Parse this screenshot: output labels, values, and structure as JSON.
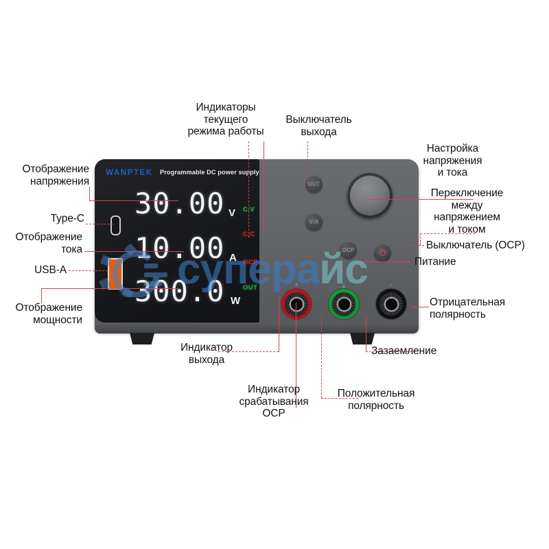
{
  "device": {
    "brand": "WANPTEK",
    "subtitle": "Programmable DC power supply",
    "display": {
      "voltage_value": "30.00",
      "voltage_unit": "V",
      "current_value": "10.00",
      "current_unit": "A",
      "power_value": "300.0",
      "power_unit": "W"
    },
    "indicators": [
      {
        "id": "cv",
        "label": "C.V",
        "color": "#20b24a"
      },
      {
        "id": "cc",
        "label": "C.C",
        "color": "#d2262c"
      },
      {
        "id": "ocp",
        "label": "OCP",
        "color": "#d2262c"
      },
      {
        "id": "out",
        "label": "OUT",
        "color": "#20b24a"
      }
    ],
    "buttons": [
      {
        "id": "out",
        "label": "OUT"
      },
      {
        "id": "va",
        "label": "V/A"
      },
      {
        "id": "ocp",
        "label": "OCP"
      },
      {
        "id": "pwr",
        "label": "⏻"
      }
    ],
    "terminals": [
      {
        "id": "positive",
        "mark": "+",
        "color": "#b5161d"
      },
      {
        "id": "ground",
        "mark": "⏚",
        "color": "#129c35"
      },
      {
        "id": "negative",
        "mark": "−",
        "color": "#101114"
      }
    ],
    "ports": {
      "type_c": "Type-C",
      "usb_a": "USB-A"
    }
  },
  "watermark": {
    "text_main": "супера",
    "text_tail": "йс"
  },
  "callouts": {
    "voltage_display": "Отображение\nнапряжения",
    "type_c": "Type-C",
    "current_display": "Отображение\nтока",
    "usb_a": "USB-A",
    "power_display": "Отображение\nмощности",
    "mode_indicators": "Индикаторы\nтекущего\nрежима работы",
    "output_switch": "Выключатель\nвыхода",
    "voltage_current_setting": "Настройка\nнапряжения\nи тока",
    "switch_between": "Переключение\nмежду\nнапряжением\nи током",
    "ocp_switch": "Выключатель (OCP)",
    "power": "Питание",
    "negative_polarity": "Отрицательная\nполярность",
    "output_indicator": "Индикатор\nвыхода",
    "ocp_indicator": "Индикатор\nсрабатывания\nOCP",
    "positive_polarity": "Положительная\nполярность",
    "grounding": "Зазаемление"
  },
  "colors": {
    "leader": "#d4444a",
    "brand": "#1f5fd0",
    "accent_green": "#20b24a",
    "accent_red": "#d2262c",
    "usb_orange": "#e2600f"
  }
}
